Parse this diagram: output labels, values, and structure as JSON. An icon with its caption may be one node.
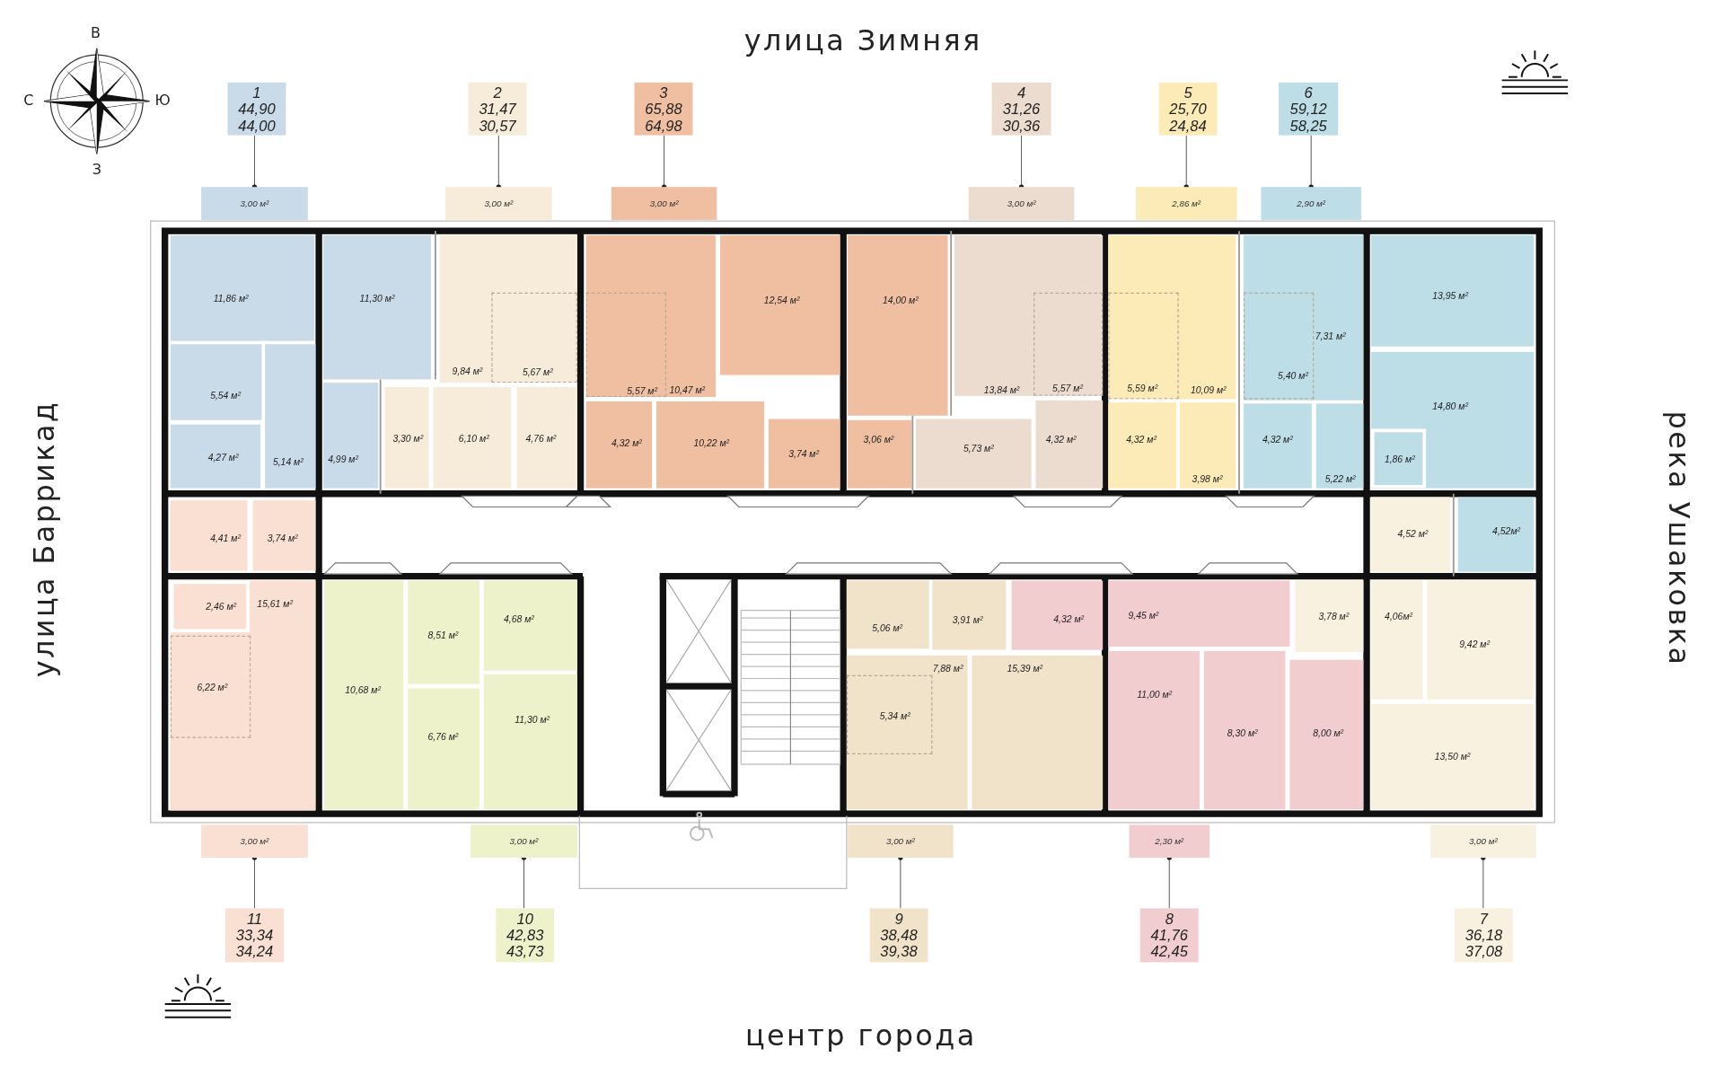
{
  "diagram": {
    "nodes": [
      {
        "text": [
          "1",
          "44,90",
          "44,00"
        ]
      },
      {
        "text": [
          "2",
          "31,47",
          "30,57"
        ]
      },
      {
        "text": [
          "3",
          "65,88",
          "64,98"
        ]
      },
      {
        "text": [
          "4",
          "31,26",
          "30,36"
        ]
      },
      {
        "text": [
          "5",
          "25,70",
          "24,84"
        ]
      },
      {
        "text": [
          "6",
          "59,12",
          "58,25"
        ]
      },
      {
        "text": [
          "3,00 м²"
        ]
      },
      {
        "text": [
          "3,00 м²"
        ]
      },
      {
        "text": [
          "3,00 м²"
        ]
      },
      {
        "text": [
          "3,00 м²"
        ]
      },
      {
        "text": [
          "2,86 м²"
        ]
      },
      {
        "text": [
          "2,90 м²"
        ]
      },
      {
        "text": [
          "11,86 м²"
        ]
      },
      {
        "text": [
          "5,54 м²"
        ]
      },
      {
        "text": [
          "4,27 м²"
        ]
      },
      {
        "text": [
          "5,14 м²"
        ]
      },
      {
        "text": [
          "11,30 м²"
        ]
      },
      {
        "text": [
          "4,99 м²"
        ]
      },
      {
        "text": [
          "9,84 м²"
        ]
      },
      {
        "text": [
          "5,67 м²"
        ],
        "in": 18
      },
      {
        "text": [
          "3,30 м²"
        ]
      },
      {
        "text": [
          "6,10 м²"
        ]
      },
      {
        "text": [
          "4,76 м²"
        ]
      },
      {
        "text": [
          "10,47 м²"
        ]
      },
      {
        "text": [
          "5,57 м²"
        ],
        "in": 23
      },
      {
        "text": [
          "12,54 м²"
        ]
      },
      {
        "text": [
          "4,32 м²"
        ]
      },
      {
        "text": [
          "10,22 м²"
        ]
      },
      {
        "text": [
          "3,74 м²"
        ]
      },
      {
        "text": [
          "14,00 м²"
        ]
      },
      {
        "text": [
          "3,06 м²"
        ]
      },
      {
        "text": [
          "13,84 м²"
        ]
      },
      {
        "text": [
          "5,57 м²"
        ],
        "in": 31
      },
      {
        "text": [
          "5,73 м²"
        ]
      },
      {
        "text": [
          "4,32 м²"
        ]
      },
      {
        "text": [
          "10,09 м²"
        ]
      },
      {
        "text": [
          "5,59 м²"
        ],
        "in": 35
      },
      {
        "text": [
          "4,32 м²"
        ]
      },
      {
        "text": [
          "3,98 м²"
        ]
      },
      {
        "text": [
          "7,31 м²"
        ]
      },
      {
        "text": [
          "5,40 м²"
        ],
        "in": 39
      },
      {
        "text": [
          "4,32 м²"
        ]
      },
      {
        "text": [
          "5,22 м²"
        ]
      },
      {
        "text": [
          "13,95 м²"
        ]
      },
      {
        "text": [
          "14,80 м²"
        ]
      },
      {
        "text": [
          "1,86 м²"
        ],
        "in": 44
      },
      {
        "text": [
          "4,41 м²"
        ]
      },
      {
        "text": [
          "3,74 м²"
        ]
      },
      {
        "text": [
          "4,52 м²"
        ]
      },
      {
        "text": [
          "4,52м²"
        ]
      },
      {
        "text": [
          "15,61 м²"
        ]
      },
      {
        "text": [
          "2,46 м²"
        ],
        "in": 50
      },
      {
        "text": [
          "6,22 м²"
        ],
        "in": 50
      },
      {
        "text": [
          "8,51 м²"
        ]
      },
      {
        "text": [
          "4,68 м²"
        ]
      },
      {
        "text": [
          "10,68 м²"
        ]
      },
      {
        "text": [
          "6,76 м²"
        ]
      },
      {
        "text": [
          "11,30 м²"
        ]
      },
      {
        "text": [
          "5,06 м²"
        ]
      },
      {
        "text": [
          "3,91 м²"
        ]
      },
      {
        "text": [
          "4,32 м²"
        ]
      },
      {
        "text": [
          "7,88 м²"
        ]
      },
      {
        "text": [
          "5,34 м²"
        ],
        "in": 61
      },
      {
        "text": [
          "15,39 м²"
        ]
      },
      {
        "text": [
          "9,45 м²"
        ]
      },
      {
        "text": [
          "3,78 м²"
        ]
      },
      {
        "text": [
          "4,06м²"
        ]
      },
      {
        "text": [
          "9,42 м²"
        ]
      },
      {
        "text": [
          "11,00 м²"
        ]
      },
      {
        "text": [
          "8,30 м²"
        ]
      },
      {
        "text": [
          "8,00 м²"
        ]
      },
      {
        "text": [
          "13,50 м²"
        ]
      },
      {
        "text": [
          "3,00 м²"
        ]
      },
      {
        "text": [
          "3,00 м²"
        ]
      },
      {
        "text": [
          "3,00 м²"
        ]
      },
      {
        "text": [
          "2,30 м²"
        ]
      },
      {
        "text": [
          "3,00 м²"
        ]
      },
      {
        "text": [
          "11",
          "33,34",
          "34,24"
        ]
      },
      {
        "text": [
          "10",
          "42,83",
          "43,73"
        ]
      },
      {
        "text": [
          "9",
          "38,48",
          "39,38"
        ]
      },
      {
        "text": [
          "8",
          "41,76",
          "42,45"
        ]
      },
      {
        "text": [
          "7",
          "36,18",
          "37,08"
        ]
      }
    ],
    "edges": [
      {
        "from": 0,
        "to": 6,
        "arrow": "other"
      },
      {
        "from": 1,
        "to": 7,
        "arrow": "other"
      },
      {
        "from": 2,
        "to": 8,
        "arrow": "other"
      },
      {
        "from": 3,
        "to": 9,
        "arrow": "other"
      },
      {
        "from": 4,
        "to": 10,
        "arrow": "other"
      },
      {
        "from": 5,
        "to": 11,
        "arrow": "other"
      },
      {
        "from": 77,
        "to": 72,
        "arrow": "other"
      },
      {
        "from": 78,
        "to": 73,
        "arrow": "other"
      },
      {
        "from": 79,
        "to": 74,
        "arrow": "other"
      },
      {
        "from": 80,
        "to": 75,
        "arrow": "other"
      },
      {
        "from": 81,
        "to": 76,
        "arrow": "other"
      }
    ],
    "labels": [
      "В",
      "улица Зимняя",
      "С",
      "Ю",
      "З",
      "улица Баррикад",
      "река Ушаковка",
      "центр города"
    ]
  }
}
